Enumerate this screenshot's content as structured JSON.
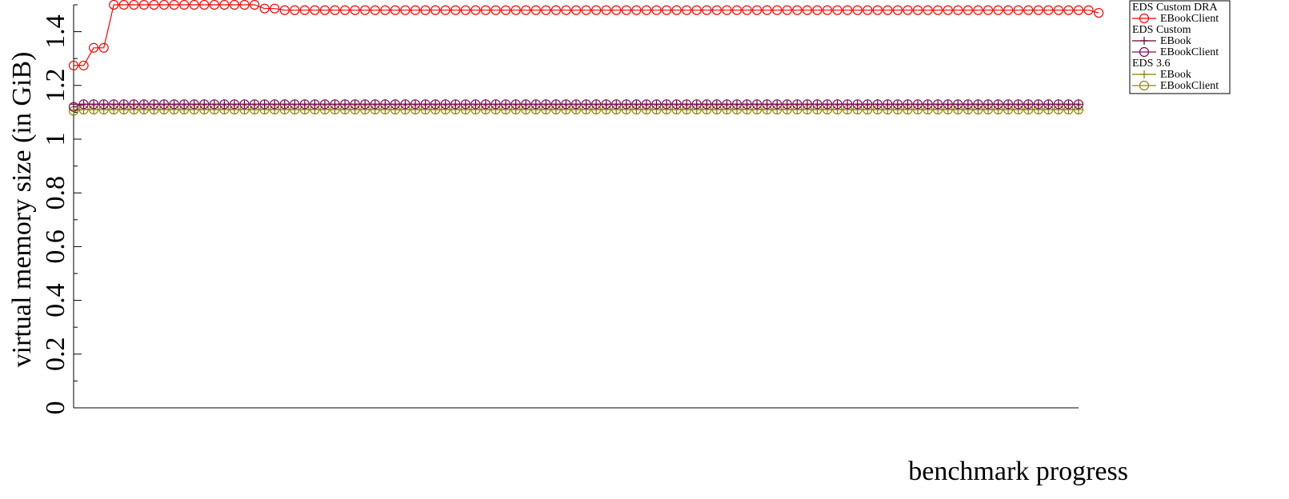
{
  "chart_data": {
    "type": "line",
    "title": "",
    "xlabel": "benchmark progress",
    "ylabel": "virtual memory size (in GiB)",
    "ylim": [
      0,
      1.5
    ],
    "yticks": [
      0,
      0.2,
      0.4,
      0.6,
      0.8,
      1,
      1.2,
      1.4
    ],
    "ytick_labels": [
      "0",
      "0.2",
      "0.4",
      "0.6",
      "0.8",
      "1",
      "1.2",
      "1.4"
    ],
    "grid": false,
    "legend_position": "top-right",
    "legend_groups": [
      {
        "title": "EDS Custom DRA",
        "series_indices": [
          0
        ]
      },
      {
        "title": "EDS Custom",
        "series_indices": [
          1,
          2
        ]
      },
      {
        "title": "EDS 3.6",
        "series_indices": [
          3,
          4
        ]
      }
    ],
    "series": [
      {
        "name": "EBookClient",
        "group": "EDS Custom DRA",
        "color": "#ff0000",
        "marker": "circle",
        "values": [
          1.274,
          1.274,
          1.34,
          1.34,
          1.5,
          1.5,
          1.5,
          1.5,
          1.5,
          1.5,
          1.5,
          1.5,
          1.5,
          1.5,
          1.5,
          1.5,
          1.5,
          1.5,
          1.5,
          1.486,
          1.486,
          1.48,
          1.48,
          1.48,
          1.48,
          1.48,
          1.48,
          1.48,
          1.48,
          1.48,
          1.48,
          1.48,
          1.48,
          1.48,
          1.48,
          1.48,
          1.48,
          1.48,
          1.48,
          1.48,
          1.48,
          1.48,
          1.48,
          1.48,
          1.48,
          1.48,
          1.48,
          1.48,
          1.48,
          1.48,
          1.48,
          1.48,
          1.48,
          1.48,
          1.48,
          1.48,
          1.48,
          1.48,
          1.48,
          1.48,
          1.48,
          1.48,
          1.48,
          1.48,
          1.48,
          1.48,
          1.48,
          1.48,
          1.48,
          1.48,
          1.48,
          1.48,
          1.48,
          1.48,
          1.48,
          1.48,
          1.48,
          1.48,
          1.48,
          1.48,
          1.48,
          1.48,
          1.48,
          1.48,
          1.48,
          1.48,
          1.48,
          1.48,
          1.48,
          1.48,
          1.48,
          1.48,
          1.48,
          1.48,
          1.48,
          1.48,
          1.48,
          1.48,
          1.48,
          1.48,
          1.48,
          1.48,
          1.47
        ]
      },
      {
        "name": "EBook",
        "group": "EDS Custom",
        "color": "#6b0030",
        "marker": "plus",
        "values_constant": 1.13
      },
      {
        "name": "EBookClient",
        "group": "EDS Custom",
        "color": "#7a0a5a",
        "marker": "circle",
        "values_constant": 1.13,
        "first_value": 1.12
      },
      {
        "name": "EBook",
        "group": "EDS 3.6",
        "color": "#808000",
        "marker": "plus",
        "values_constant": 1.11
      },
      {
        "name": "EBookClient",
        "group": "EDS 3.6",
        "color": "#8a8a00",
        "marker": "circle",
        "values_constant": 1.11,
        "first_value": 1.105
      }
    ],
    "point_count": 101
  }
}
